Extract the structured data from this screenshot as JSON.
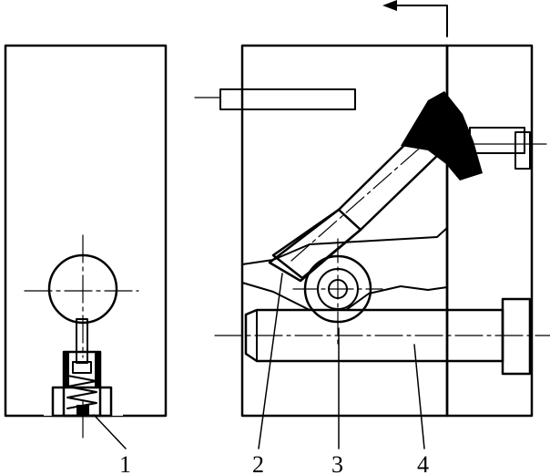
{
  "figure": {
    "callouts": [
      {
        "id": "callout-1",
        "text": "1"
      },
      {
        "id": "callout-2",
        "text": "2"
      },
      {
        "id": "callout-3",
        "text": "3"
      },
      {
        "id": "callout-4",
        "text": "4"
      }
    ]
  },
  "colors": {
    "ink": "#000000",
    "paper": "#ffffff"
  },
  "icons": {
    "section_arrow": "section-arrow-icon"
  }
}
